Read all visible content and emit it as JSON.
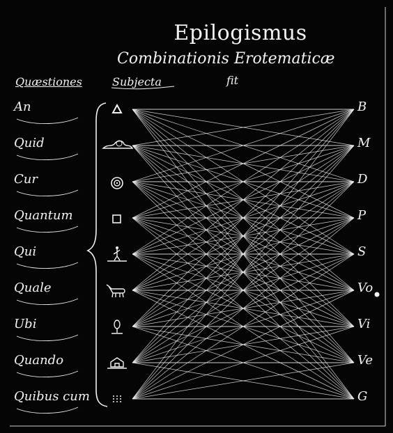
{
  "title": "Epilogismus",
  "subtitle": "Combinationis Erotematicæ",
  "headers": {
    "quaestiones": "Quæstiones",
    "subjecta": "Subjecta",
    "fit": "fit"
  },
  "questions": [
    "An",
    "Quid",
    "Cur",
    "Quantum",
    "Qui",
    "Quale",
    "Ubi",
    "Quando",
    "Quibus cum"
  ],
  "symbols": [
    "triangle-icon",
    "cloud-face-icon",
    "concentric-circle-icon",
    "square-icon",
    "walking-figure-icon",
    "quadruped-animal-icon",
    "tree-icon",
    "building-icon",
    "dots-icon"
  ],
  "right_labels": [
    "B",
    "M",
    "D",
    "P",
    "S",
    "Vo",
    "Vi",
    "Ve",
    "G"
  ],
  "colors": {
    "background": "#050505",
    "ink": "#f2f2f2"
  }
}
